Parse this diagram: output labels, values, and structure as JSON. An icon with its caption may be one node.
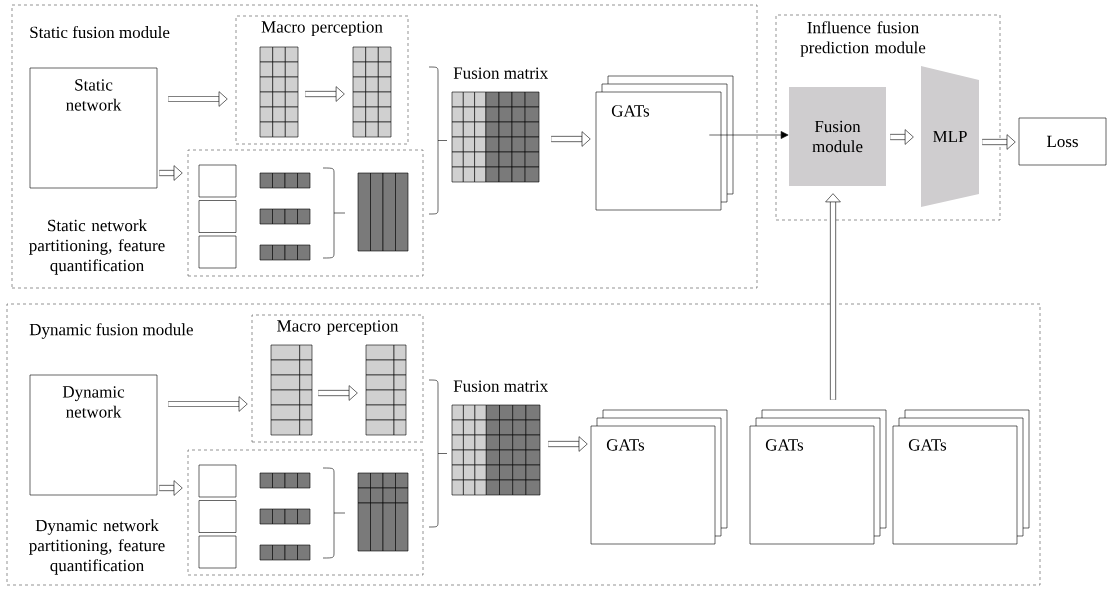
{
  "diagram": {
    "nodes": [
      {
        "text": [
          "Static fusion module"
        ]
      },
      {
        "text": [
          "Static network"
        ],
        "in": 0
      },
      {
        "text": [
          "Macro perception"
        ],
        "in": 0
      },
      {
        "text": [],
        "shape": "grid",
        "in": 2
      },
      {
        "text": [],
        "shape": "grid",
        "in": 2
      },
      {
        "text": [],
        "shape": "box",
        "in": 0,
        "beside": [
          "Static network partitioning, feature quantification"
        ]
      },
      {
        "text": [
          "Fusion matrix"
        ],
        "in": 0
      },
      {
        "text": [
          "GATs"
        ],
        "in": 0
      },
      {
        "text": [
          "Influence fusion prediction module"
        ]
      },
      {
        "text": [
          "Fusion module"
        ],
        "in": 8
      },
      {
        "text": [
          "MLP"
        ],
        "in": 8
      },
      {
        "text": [
          "Loss"
        ]
      },
      {
        "text": [
          "Dynamic fusion module"
        ]
      },
      {
        "text": [
          "Dynamic network"
        ],
        "in": 12
      },
      {
        "text": [
          "Macro perception"
        ],
        "in": 12
      },
      {
        "text": [],
        "shape": "grid",
        "in": 14
      },
      {
        "text": [],
        "shape": "grid",
        "in": 14
      },
      {
        "text": [],
        "shape": "box",
        "in": 12,
        "beside": [
          "Dynamic network partitioning, feature quantification"
        ]
      },
      {
        "text": [
          "Fusion matrix"
        ],
        "in": 12
      },
      {
        "text": [
          "GATs"
        ],
        "in": 12
      },
      {
        "text": [
          "GATs"
        ],
        "in": 12
      },
      {
        "text": [
          "GATs"
        ],
        "in": 12
      }
    ],
    "edges": [
      {
        "from": 1,
        "to": 2,
        "arrow": "to"
      },
      {
        "from": 3,
        "to": 4,
        "arrow": "to"
      },
      {
        "from": 1,
        "to": 5,
        "arrow": "to"
      },
      {
        "from": 6,
        "to": 7,
        "arrow": "to"
      },
      {
        "from": 7,
        "to": 9,
        "arrow": "to"
      },
      {
        "from": 9,
        "to": 10,
        "arrow": "to"
      },
      {
        "from": 10,
        "to": 11,
        "arrow": "to"
      },
      {
        "from": 13,
        "to": 14,
        "arrow": "to"
      },
      {
        "from": 15,
        "to": 16,
        "arrow": "to"
      },
      {
        "from": 13,
        "to": 17,
        "arrow": "to"
      },
      {
        "from": 18,
        "to": 19,
        "arrow": "to"
      },
      {
        "from": 20,
        "to": 9,
        "arrow": "to"
      }
    ]
  }
}
